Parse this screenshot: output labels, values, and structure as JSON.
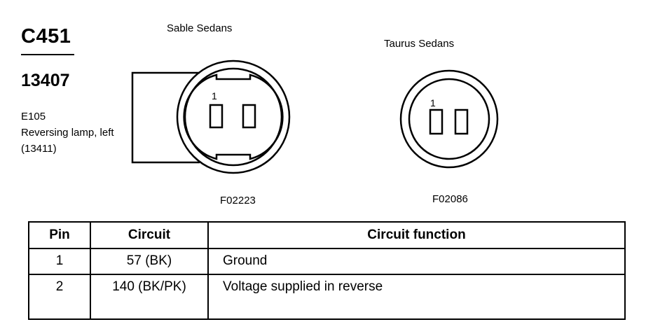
{
  "connector": {
    "id": "C451",
    "part_number": "13407",
    "location_code": "E105",
    "component": "Reversing lamp, left",
    "component_ref": "(13411)"
  },
  "variants": [
    {
      "label": "Sable Sedans",
      "figure": "F02223",
      "pin_label": "1"
    },
    {
      "label": "Taurus Sedans",
      "figure": "F02086",
      "pin_label": "1"
    }
  ],
  "table": {
    "headers": {
      "pin": "Pin",
      "circuit": "Circuit",
      "function": "Circuit function"
    },
    "rows": [
      {
        "pin": "1",
        "circuit": "57 (BK)",
        "function": "Ground"
      },
      {
        "pin": "2",
        "circuit": "140 (BK/PK)",
        "function": "Voltage supplied in reverse"
      }
    ]
  }
}
